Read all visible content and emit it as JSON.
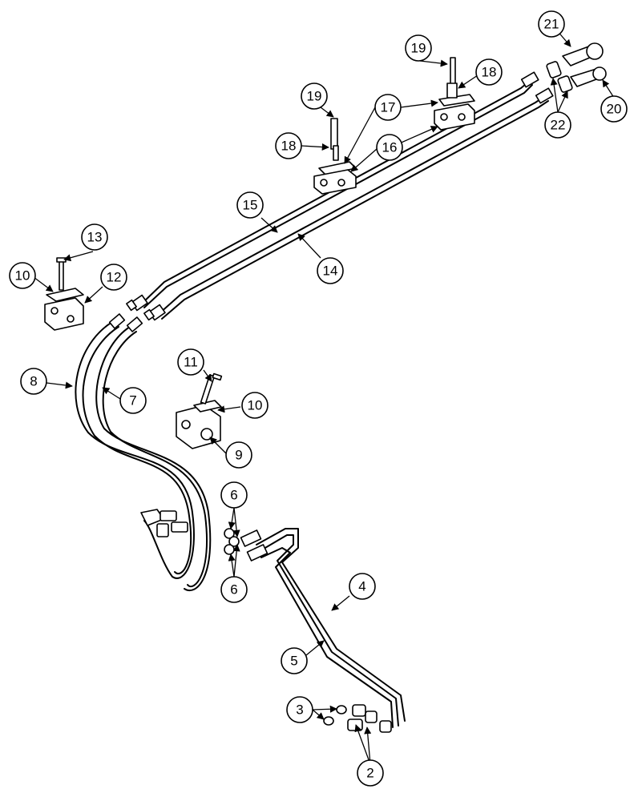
{
  "callouts": {
    "c2": "2",
    "c3": "3",
    "c4": "4",
    "c5": "5",
    "c6a": "6",
    "c6b": "6",
    "c7": "7",
    "c8": "8",
    "c9": "9",
    "c10a": "10",
    "c10b": "10",
    "c11": "11",
    "c12": "12",
    "c13": "13",
    "c14": "14",
    "c15": "15",
    "c16": "16",
    "c17": "17",
    "c18a": "18",
    "c18b": "18",
    "c19a": "19",
    "c19b": "19",
    "c20": "20",
    "c21": "21",
    "c22": "22"
  }
}
